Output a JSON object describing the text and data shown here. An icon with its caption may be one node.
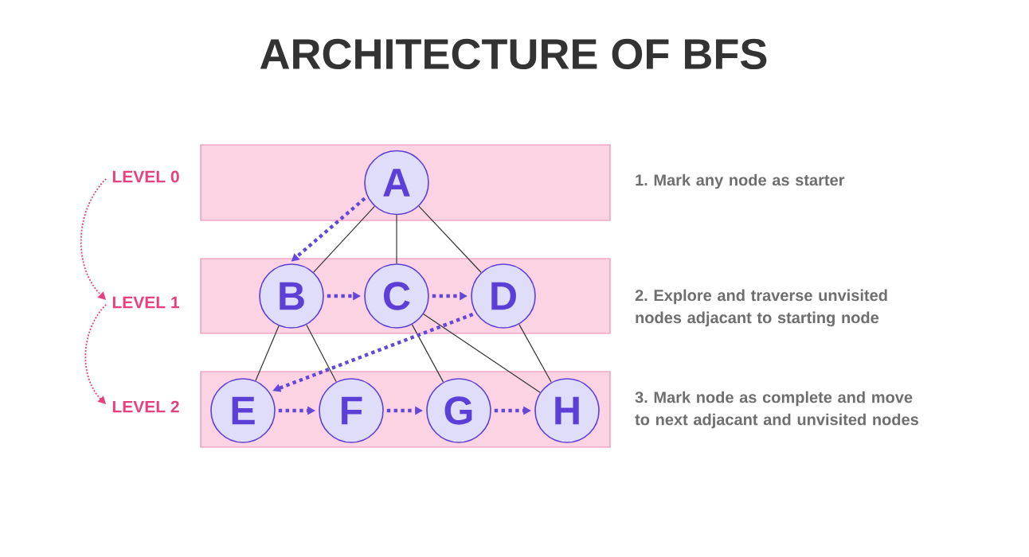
{
  "diagram": {
    "title": "ARCHITECTURE OF BFS",
    "nodes": [
      {
        "text": [
          "LEVEL 0"
        ]
      },
      {
        "text": [],
        "shape": "box"
      },
      {
        "text": [
          "A"
        ],
        "in": 1
      },
      {
        "text": [
          "LEVEL 1"
        ]
      },
      {
        "text": [],
        "shape": "box"
      },
      {
        "text": [
          "B"
        ],
        "in": 4
      },
      {
        "text": [
          "C"
        ],
        "in": 4
      },
      {
        "text": [
          "D"
        ],
        "in": 4
      },
      {
        "text": [
          "LEVEL 2"
        ]
      },
      {
        "text": [],
        "shape": "box"
      },
      {
        "text": [
          "E"
        ],
        "in": 9
      },
      {
        "text": [
          "F"
        ],
        "in": 9
      },
      {
        "text": [
          "G"
        ],
        "in": 9
      },
      {
        "text": [
          "H"
        ],
        "in": 9
      }
    ],
    "edges": [
      {
        "from": 0,
        "to": 3,
        "arrow": "to",
        "style": "dashed",
        "color": "#e8407f"
      },
      {
        "from": 3,
        "to": 8,
        "arrow": "to",
        "style": "dashed",
        "color": "#e8407f"
      },
      {
        "from": 2,
        "to": 5,
        "arrow": "none"
      },
      {
        "from": 2,
        "to": 6,
        "arrow": "none"
      },
      {
        "from": 2,
        "to": 7,
        "arrow": "none"
      },
      {
        "from": 5,
        "to": 10,
        "arrow": "none"
      },
      {
        "from": 5,
        "to": 11,
        "arrow": "none"
      },
      {
        "from": 6,
        "to": 12,
        "arrow": "none"
      },
      {
        "from": 6,
        "to": 13,
        "arrow": "none"
      },
      {
        "from": 7,
        "to": 13,
        "arrow": "none"
      },
      {
        "from": 2,
        "to": 5,
        "arrow": "to",
        "style": "dashed",
        "color": "#6347d9"
      },
      {
        "from": 5,
        "to": 6,
        "arrow": "to",
        "style": "dashed",
        "color": "#6347d9"
      },
      {
        "from": 6,
        "to": 7,
        "arrow": "to",
        "style": "dashed",
        "color": "#6347d9"
      },
      {
        "from": 7,
        "to": 10,
        "arrow": "to",
        "style": "dashed",
        "color": "#6347d9"
      },
      {
        "from": 10,
        "to": 11,
        "arrow": "to",
        "style": "dashed",
        "color": "#6347d9"
      },
      {
        "from": 11,
        "to": 12,
        "arrow": "to",
        "style": "dashed",
        "color": "#6347d9"
      },
      {
        "from": 12,
        "to": 13,
        "arrow": "to",
        "style": "dashed",
        "color": "#6347d9"
      }
    ],
    "labels": [
      "1. Mark any node as starter",
      "2. Explore and traverse unvisited nodes adjacant to starting node",
      "3. Mark node as complete and move to next adjacant and unvisited nodes"
    ]
  }
}
